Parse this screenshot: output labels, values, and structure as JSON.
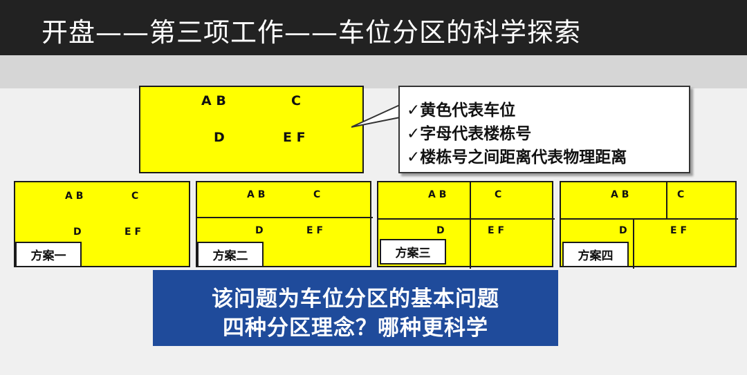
{
  "title": "开盘——第三项工作——车位分区的科学探索",
  "main_diagram": {
    "labels": [
      "A B",
      "C",
      "D",
      "E F"
    ]
  },
  "callout": {
    "lines": [
      "✓黄色代表车位",
      "✓字母代表楼栋号",
      "✓楼栋号之间距离代表物理距离"
    ]
  },
  "plans": [
    {
      "name": "方案一",
      "labels": [
        "A B",
        "C",
        "D",
        "E F"
      ]
    },
    {
      "name": "方案二",
      "labels": [
        "A B",
        "C",
        "D",
        "E F"
      ]
    },
    {
      "name": "方案三",
      "labels": [
        "A B",
        "C",
        "D",
        "E F"
      ]
    },
    {
      "name": "方案四",
      "labels": [
        "A B",
        "C",
        "D",
        "E F"
      ]
    }
  ],
  "banner": {
    "line1": "该问题为车位分区的基本问题",
    "line2": "四种分区理念？哪种更科学"
  },
  "colors": {
    "title_bar": "#222222",
    "parking_yellow": "#ffff00",
    "banner_blue": "#1f4b9b"
  }
}
